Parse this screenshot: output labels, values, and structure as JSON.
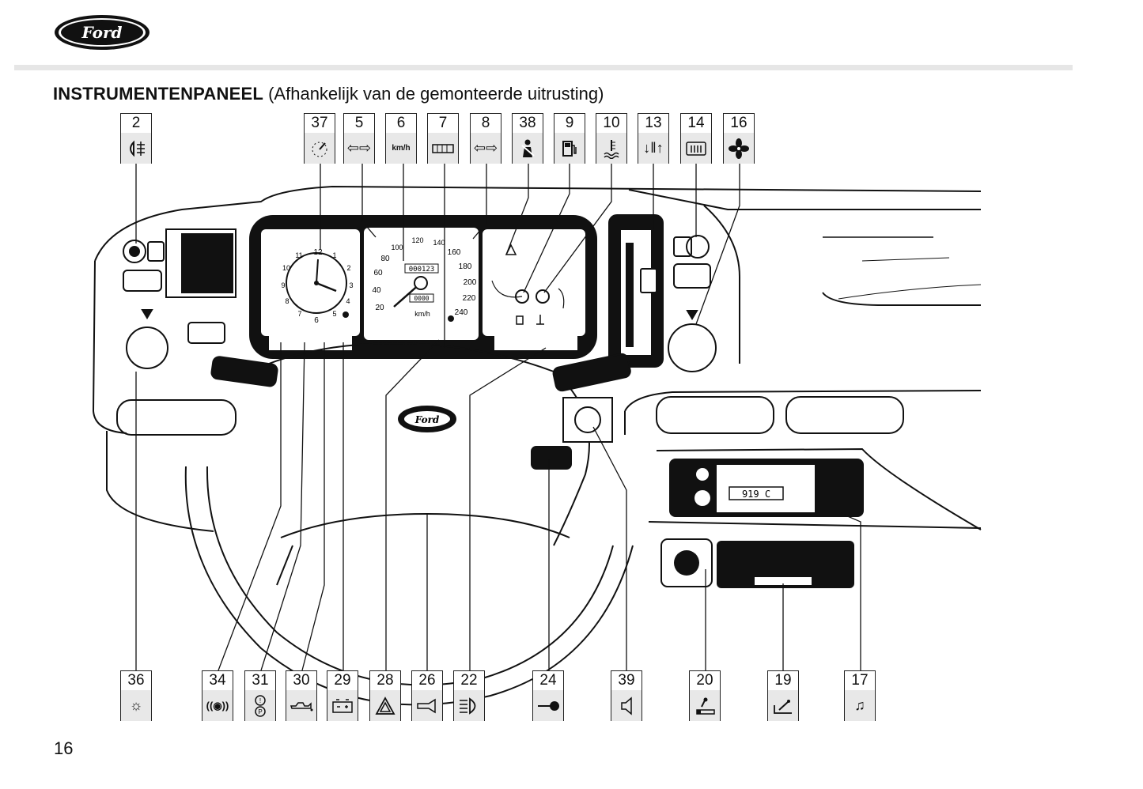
{
  "header": {
    "logo_text": "Ford",
    "title": "INSTRUMENTENPANEEL",
    "subtitle": "(Afhankelijk van de gemonteerde uitrusting)"
  },
  "top_callouts": [
    {
      "number": "2",
      "icon": "front-fog-light-icon"
    },
    {
      "number": "37",
      "icon": "instrument-illumination-icon"
    },
    {
      "number": "5",
      "icon": "turn-signal-icon"
    },
    {
      "number": "6",
      "icon": "speedometer-unit-icon",
      "text": "km/h"
    },
    {
      "number": "7",
      "icon": "odometer-icon"
    },
    {
      "number": "8",
      "icon": "turn-signal-icon"
    },
    {
      "number": "38",
      "icon": "seatbelt-icon"
    },
    {
      "number": "9",
      "icon": "fuel-gauge-icon"
    },
    {
      "number": "10",
      "icon": "coolant-temperature-icon"
    },
    {
      "number": "13",
      "icon": "air-flow-control-icon"
    },
    {
      "number": "14",
      "icon": "rear-window-heater-icon"
    },
    {
      "number": "16",
      "icon": "fan-icon"
    }
  ],
  "bottom_callouts": [
    {
      "number": "36",
      "icon": "panel-dimmer-icon"
    },
    {
      "number": "34",
      "icon": "brake-pad-wear-icon"
    },
    {
      "number": "31",
      "icon": "brake-warning-icon"
    },
    {
      "number": "30",
      "icon": "oil-pressure-icon"
    },
    {
      "number": "29",
      "icon": "battery-charge-icon"
    },
    {
      "number": "28",
      "icon": "hazard-warning-icon"
    },
    {
      "number": "26",
      "icon": "horn-icon"
    },
    {
      "number": "22",
      "icon": "high-beam-icon"
    },
    {
      "number": "24",
      "icon": "ignition-key-icon"
    },
    {
      "number": "39",
      "icon": "speaker-icon"
    },
    {
      "number": "20",
      "icon": "cigarette-lighter-icon"
    },
    {
      "number": "19",
      "icon": "ashtray-icon"
    },
    {
      "number": "17",
      "icon": "radio-icon"
    }
  ],
  "gauges": {
    "clock_numbers": [
      "12",
      "1",
      "2",
      "3",
      "4",
      "5",
      "6",
      "7",
      "8",
      "9",
      "10",
      "11"
    ],
    "speed_numbers": [
      "20",
      "40",
      "60",
      "80",
      "100",
      "120",
      "140",
      "160",
      "180",
      "200",
      "220",
      "240"
    ],
    "speed_unit": "km/h",
    "odometer": "000123",
    "tripmeter": "0000"
  },
  "radio_display": "919 C",
  "footer": {
    "page_number": "16"
  }
}
